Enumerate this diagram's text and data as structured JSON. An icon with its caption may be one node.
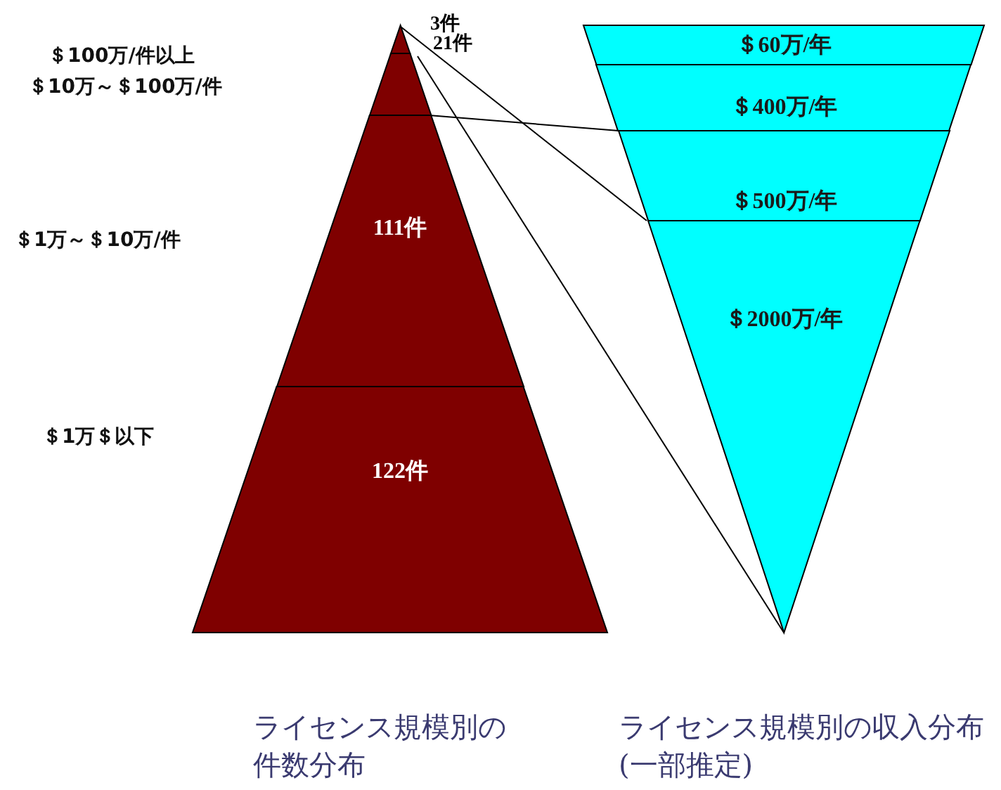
{
  "diagram": {
    "nodes": [
      {
        "text": [],
        "shape": "triangle",
        "beside": [
          "3件"
        ]
      },
      {
        "text": [],
        "shape": "band",
        "beside": [
          "21件"
        ]
      },
      {
        "text": [
          "111件"
        ]
      },
      {
        "text": [
          "122件"
        ]
      },
      {
        "text": [
          "＄60万/年"
        ]
      },
      {
        "text": [
          "＄400万/年"
        ]
      },
      {
        "text": [
          "＄500万/年"
        ]
      },
      {
        "text": [
          "＄2000万/年"
        ]
      }
    ],
    "edges": [
      {
        "from": 0,
        "to": 7,
        "arrow": "none"
      },
      {
        "from": 1,
        "to": 7,
        "arrow": "none"
      },
      {
        "from": 2,
        "to": 6,
        "arrow": "none"
      }
    ],
    "labels": [
      "＄100万/件以上",
      "＄10万～＄100万/件",
      "＄1万～＄10万/件",
      "＄1万＄以下",
      "ライセンス規模別の件数分布",
      "ライセンス規模別の収入分布(一部推定)"
    ]
  }
}
